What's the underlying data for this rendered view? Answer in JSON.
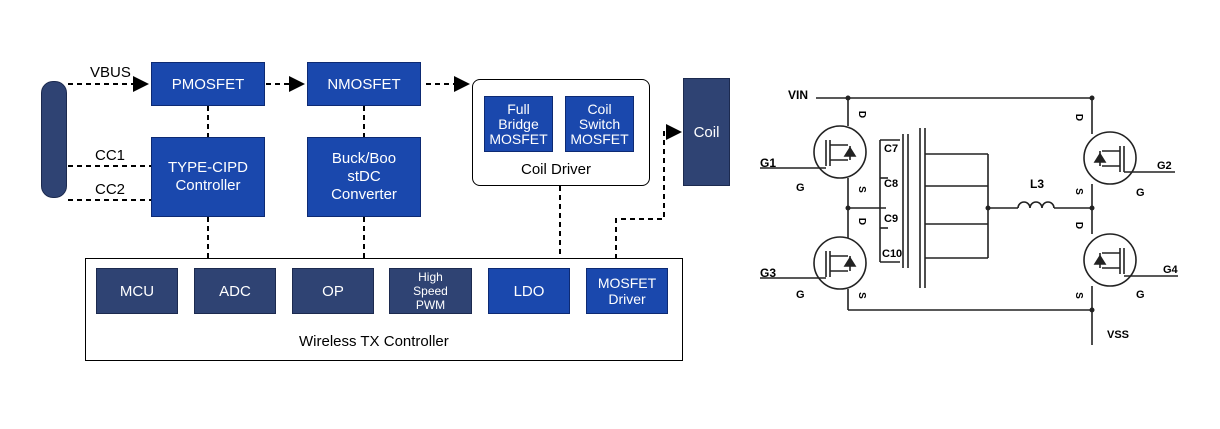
{
  "block_diagram": {
    "signals": {
      "vbus": "VBUS",
      "cc1": "CC1",
      "cc2": "CC2"
    },
    "pmosfet": "PMOSFET",
    "nmosfet": "NMOSFET",
    "typec_pd": "TYPE-CIPD\nController",
    "buck_boost": "Buck/Boo\nstDC\nConverter",
    "full_bridge": "Full\nBridge\nMOSFET",
    "coil_switch": "Coil\nSwitch\nMOSFET",
    "coil_driver": "Coil Driver",
    "coil": "Coil",
    "controller_title": "Wireless TX Controller",
    "modules": {
      "mcu": "MCU",
      "adc": "ADC",
      "op": "OP",
      "pwm": "High\nSpeed\nPWM",
      "ldo": "LDO",
      "mosfet_driver": "MOSFET\nDriver"
    },
    "colors": {
      "royal_blue": "#1a48ad",
      "navy": "#2f4373"
    }
  },
  "schematic": {
    "vin": "VIN",
    "vss": "VSS",
    "inductor": "L3",
    "capacitors": [
      "C7",
      "C8",
      "C9",
      "C10"
    ],
    "gates": {
      "g1": "G1",
      "g2": "G2",
      "g3": "G3",
      "g4": "G4"
    },
    "pin_g": "G",
    "pin_d": "D",
    "pin_s": "S"
  }
}
